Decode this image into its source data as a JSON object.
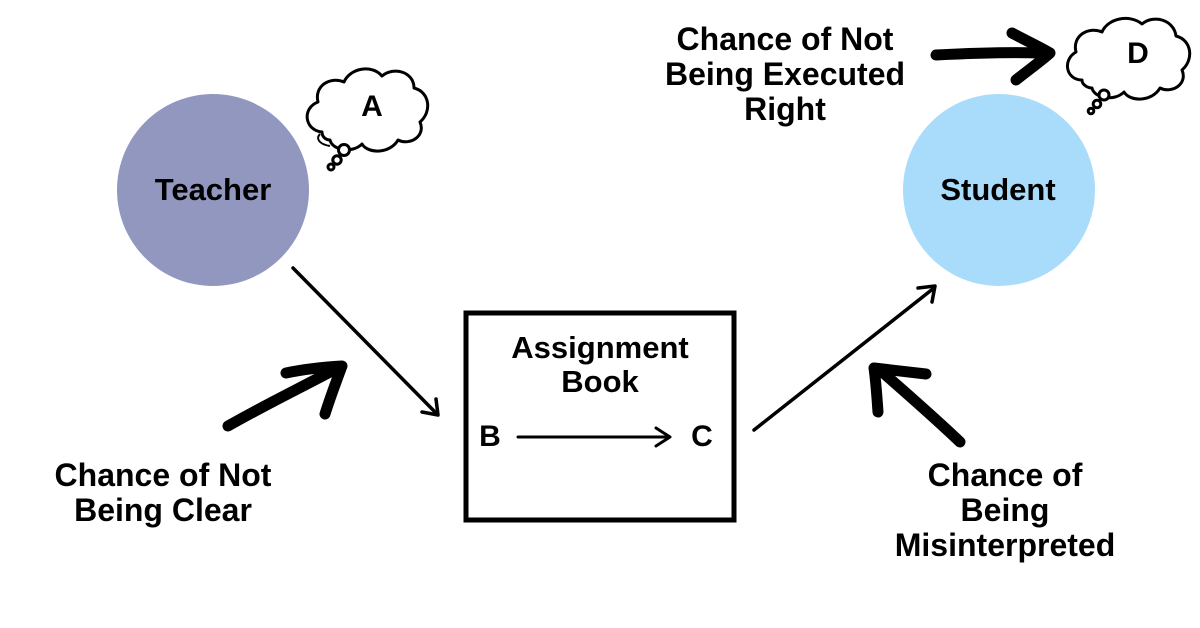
{
  "nodes": {
    "teacher": {
      "label": "Teacher",
      "color": "#9297bf"
    },
    "student": {
      "label": "Student",
      "color": "#a9dbfb"
    }
  },
  "assignment_book": {
    "title_lines": [
      "Assignment",
      "Book"
    ],
    "from_label": "B",
    "to_label": "C"
  },
  "thought_bubbles": {
    "teacher": {
      "label": "A"
    },
    "student": {
      "label": "D"
    }
  },
  "annotations": {
    "not_clear": {
      "lines": [
        "Chance of Not",
        "Being Clear"
      ]
    },
    "not_executed": {
      "lines": [
        "Chance of Not",
        "Being Executed",
        "Right"
      ]
    },
    "misinterpreted": {
      "lines": [
        "Chance of",
        "Being",
        "Misinterpreted"
      ]
    }
  },
  "colors": {
    "ink": "#000000",
    "background": "#ffffff"
  }
}
